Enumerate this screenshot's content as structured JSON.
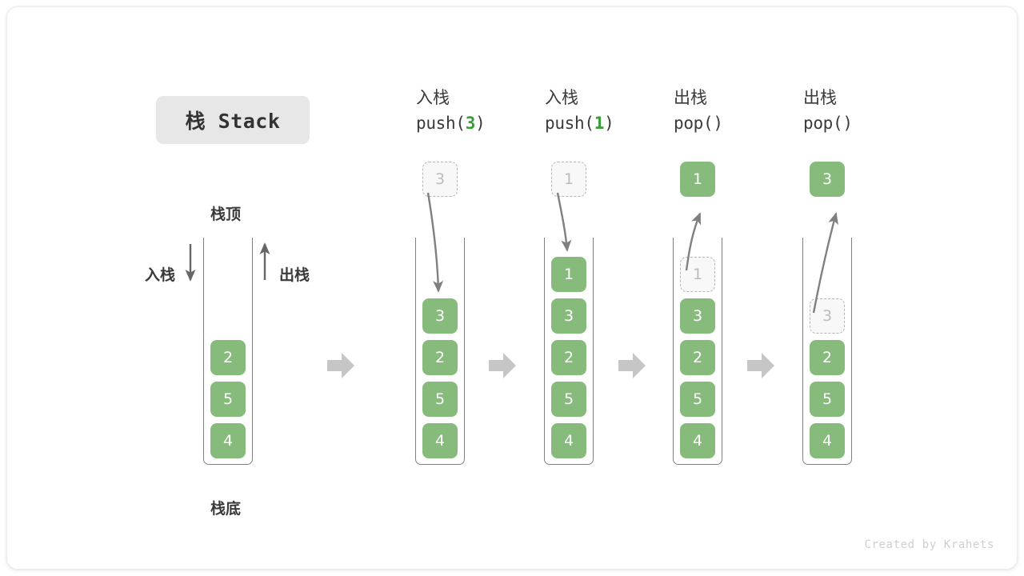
{
  "diagram": {
    "title": "栈 Stack",
    "watermark": "Created by Krahets",
    "accent_green": "#86bb7c",
    "accent_green_text": "#389e38",
    "badge_bg": "#e7e7e7",
    "outline_gray": "#808080",
    "ghost_gray": "#b5b5b5",
    "arrow_gray": "#808080",
    "separator_gray": "#c6c6c6"
  },
  "legend": {
    "top_label": "栈顶",
    "bottom_label": "栈底",
    "push_label": "入栈",
    "pop_label": "出栈",
    "push_arrow_direction": "down",
    "pop_arrow_direction": "up"
  },
  "separator": {
    "icon": "block-arrow-right-icon",
    "count": 4
  },
  "columns": [
    {
      "id": "initial",
      "header_cn": "",
      "header_code_prefix": "",
      "header_code_arg": "",
      "header_code_suffix": "",
      "floating": null,
      "stack": [
        {
          "value": "2",
          "state": "filled"
        },
        {
          "value": "5",
          "state": "filled"
        },
        {
          "value": "4",
          "state": "filled"
        }
      ]
    },
    {
      "id": "push-3",
      "header_cn": "入栈",
      "header_code_prefix": "push(",
      "header_code_arg": "3",
      "header_code_suffix": ")",
      "floating": {
        "value": "3",
        "state": "ghost",
        "arrow": "down"
      },
      "stack": [
        {
          "value": "3",
          "state": "filled"
        },
        {
          "value": "2",
          "state": "filled"
        },
        {
          "value": "5",
          "state": "filled"
        },
        {
          "value": "4",
          "state": "filled"
        }
      ]
    },
    {
      "id": "push-1",
      "header_cn": "入栈",
      "header_code_prefix": "push(",
      "header_code_arg": "1",
      "header_code_suffix": ")",
      "floating": {
        "value": "1",
        "state": "ghost",
        "arrow": "down"
      },
      "stack": [
        {
          "value": "1",
          "state": "filled"
        },
        {
          "value": "3",
          "state": "filled"
        },
        {
          "value": "2",
          "state": "filled"
        },
        {
          "value": "5",
          "state": "filled"
        },
        {
          "value": "4",
          "state": "filled"
        }
      ]
    },
    {
      "id": "pop-1",
      "header_cn": "出栈",
      "header_code_prefix": "pop(",
      "header_code_arg": "",
      "header_code_suffix": ")",
      "floating": {
        "value": "1",
        "state": "filled",
        "arrow": "up"
      },
      "stack": [
        {
          "value": "1",
          "state": "ghost"
        },
        {
          "value": "3",
          "state": "filled"
        },
        {
          "value": "2",
          "state": "filled"
        },
        {
          "value": "5",
          "state": "filled"
        },
        {
          "value": "4",
          "state": "filled"
        }
      ]
    },
    {
      "id": "pop-2",
      "header_cn": "出栈",
      "header_code_prefix": "pop(",
      "header_code_arg": "",
      "header_code_suffix": ")",
      "floating": {
        "value": "3",
        "state": "filled",
        "arrow": "up"
      },
      "stack": [
        {
          "value": "3",
          "state": "ghost"
        },
        {
          "value": "2",
          "state": "filled"
        },
        {
          "value": "5",
          "state": "filled"
        },
        {
          "value": "4",
          "state": "filled"
        }
      ]
    }
  ]
}
